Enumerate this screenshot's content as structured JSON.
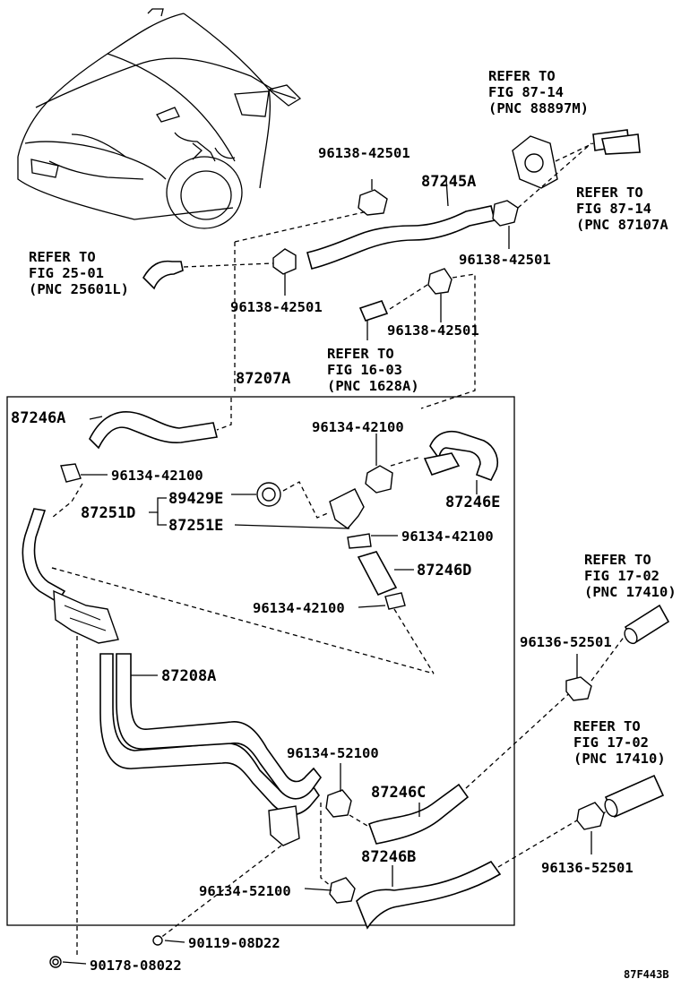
{
  "refs": {
    "fig_87_14_a": [
      "REFER TO",
      "FIG 87-14",
      "(PNC 88897M)"
    ],
    "fig_87_14_b": [
      "REFER TO",
      "FIG 87-14",
      "(PNC 87107A"
    ],
    "fig_25_01": [
      "REFER TO",
      "FIG 25-01",
      "(PNC 25601L)"
    ],
    "fig_16_03": [
      "REFER TO",
      "FIG 16-03",
      "(PNC 1628A)"
    ],
    "fig_17_02_a": [
      "REFER TO",
      "FIG 17-02",
      "(PNC 17410)"
    ],
    "fig_17_02_b": [
      "REFER TO",
      "FIG 17-02",
      "(PNC 17410)"
    ]
  },
  "parts": {
    "p96138_top": "96138-42501",
    "p87245A": "87245A",
    "p96138_right": "96138-42501",
    "p96138_left": "96138-42501",
    "p96138_mid": "96138-42501",
    "p87207A": "87207A",
    "p87246A": "87246A",
    "p96134_a": "96134-42100",
    "p96134_b": "96134-42100",
    "p87246E": "87246E",
    "p89429E": "89429E",
    "p87251D": "87251D",
    "p87251E": "87251E",
    "p96134_c": "96134-42100",
    "p87246D": "87246D",
    "p96134_d": "96134-42100",
    "p87208A": "87208A",
    "p96136_a": "96136-52501",
    "p96134_52100_a": "96134-52100",
    "p87246C": "87246C",
    "p87246B": "87246B",
    "p96134_52100_b": "96134-52100",
    "p96136_b": "96136-52501",
    "p90119": "90119-08D22",
    "p90178": "90178-08022"
  },
  "figure_code": "87F443B"
}
